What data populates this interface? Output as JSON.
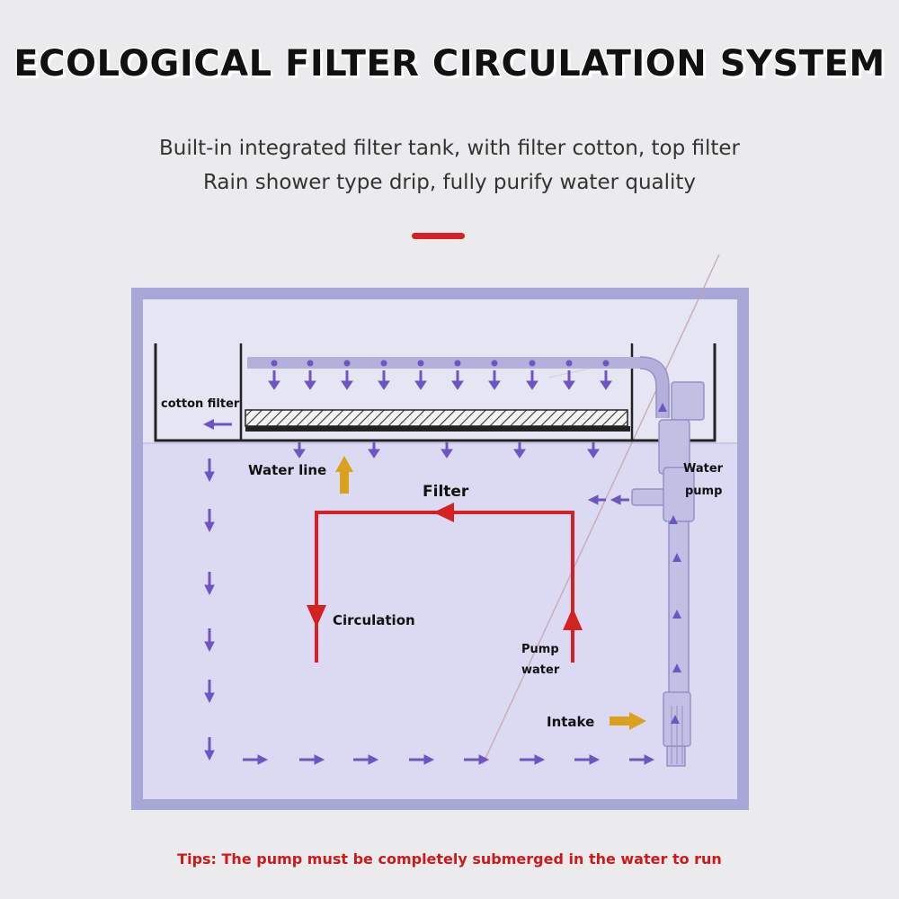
{
  "header": {
    "title": "ECOLOGICAL FILTER CIRCULATION SYSTEM",
    "line1": "Built-in integrated filter tank, with filter cotton, top filter",
    "line2": "Rain shower type drip, fully purify water quality"
  },
  "diagram": {
    "cotton_filter": "cotton filter",
    "water_line": "Water line",
    "water_pump_1": "Water",
    "water_pump_2": "pump",
    "filter": "Filter",
    "circulation": "Circulation",
    "pump_water_1": "Pump",
    "pump_water_2": "water",
    "intake": "Intake"
  },
  "footer": {
    "tips": "Tips: The pump must be completely submerged in the water to run"
  },
  "colors": {
    "flow_arrow": "#6e55c4",
    "circulation_red": "#d42222",
    "highlight_gold": "#d9a11e",
    "tank_frame": "#a9a6d8",
    "water": "#dcdaf3"
  }
}
